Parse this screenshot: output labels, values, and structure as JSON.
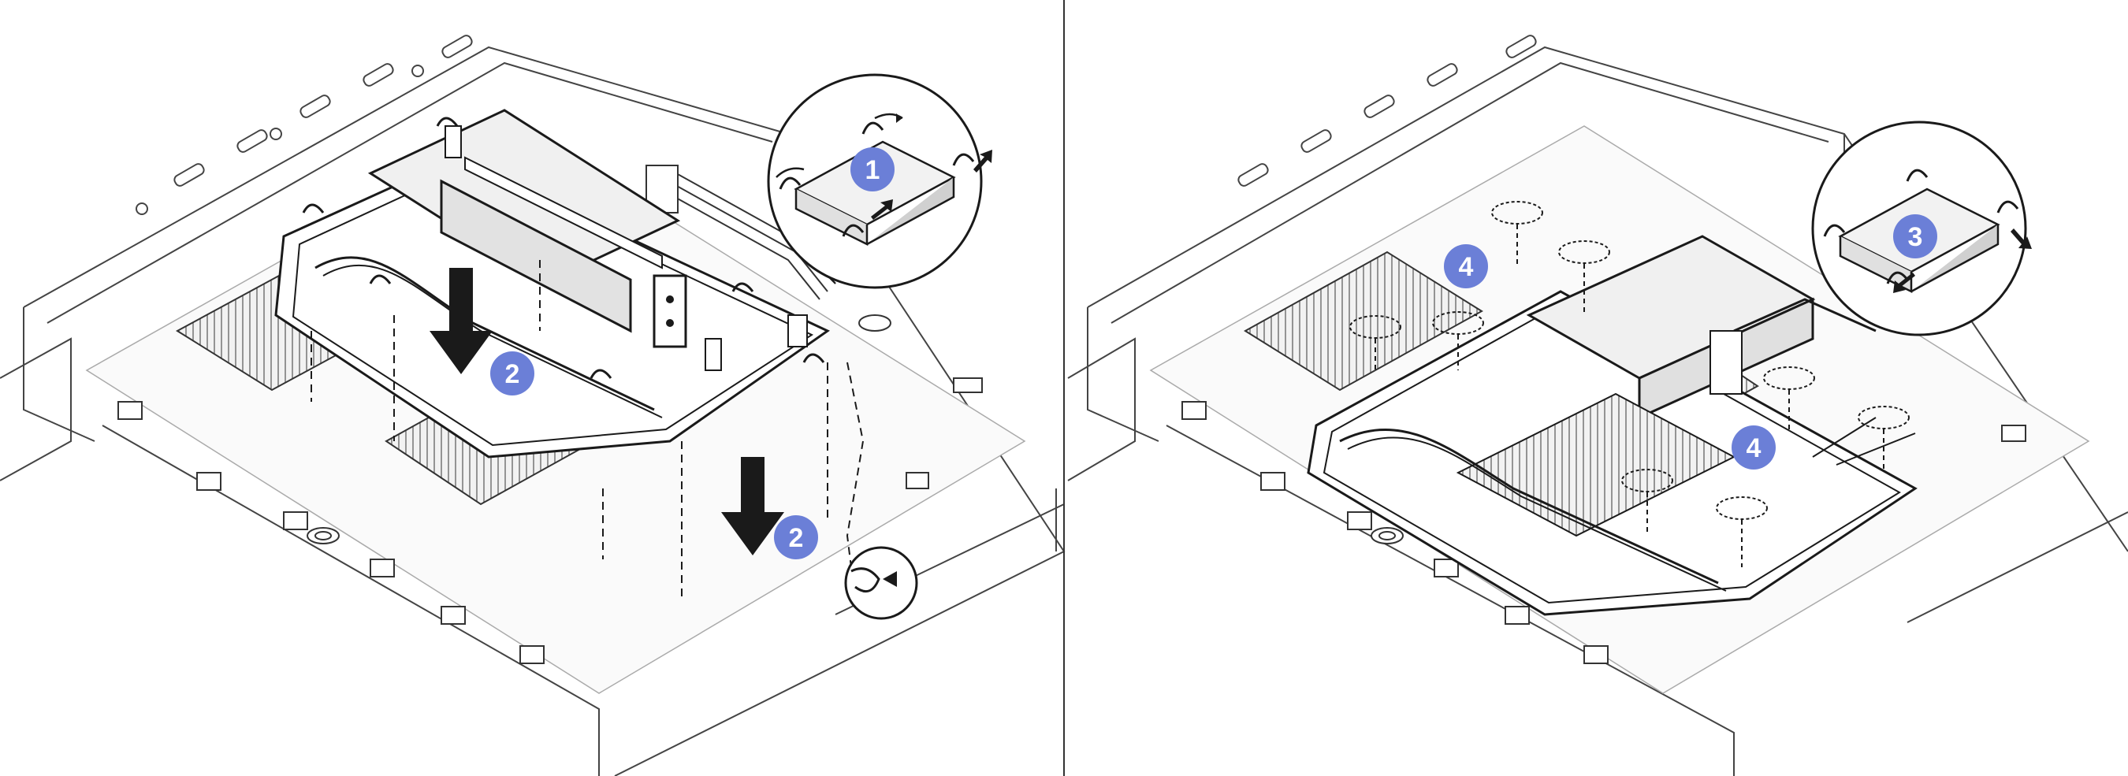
{
  "panels": {
    "left": {
      "callouts": [
        {
          "step": "1",
          "color": "#6b7fd7"
        },
        {
          "step": "2",
          "color": "#6b7fd7"
        },
        {
          "step": "2",
          "color": "#6b7fd7"
        }
      ]
    },
    "right": {
      "callouts": [
        {
          "step": "3",
          "color": "#6b7fd7"
        },
        {
          "step": "4",
          "color": "#6b7fd7"
        },
        {
          "step": "4",
          "color": "#6b7fd7"
        }
      ]
    }
  },
  "colors": {
    "line": "#1a1a1a",
    "light_line": "#9a9a9a",
    "fill_gray": "#e8e8e8",
    "fill_dark": "#b8b8b8",
    "badge": "#6b7fd7",
    "divider": "#333333"
  },
  "icons": [
    "down-arrow-icon",
    "rotation-arrow-icon",
    "clip-icon",
    "magnifier-circle-icon"
  ]
}
